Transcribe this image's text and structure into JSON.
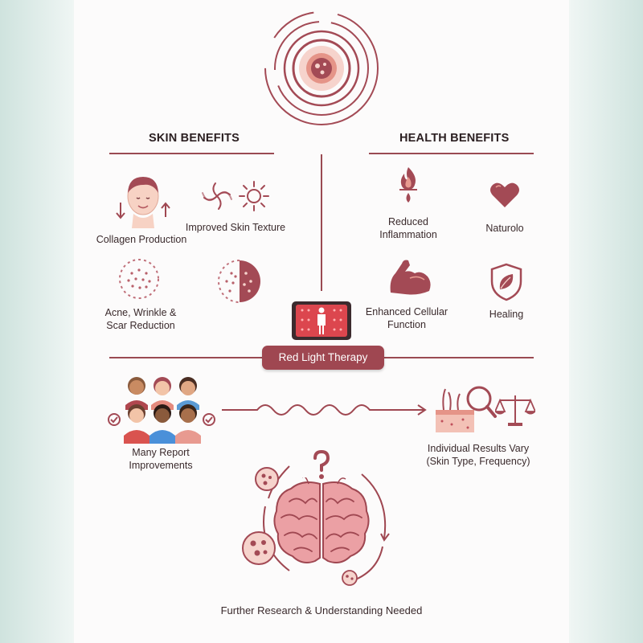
{
  "skin_benefits": {
    "heading": "SKIN BENEFITS",
    "collagen": "Collagen Production",
    "texture": "Improved Skin Texture",
    "acne_line1": "Acne, Wrinkle &",
    "acne_line2": "Scar Reduction"
  },
  "health_benefits": {
    "heading": "HEALTH BENEFITS",
    "inflammation_line1": "Reduced",
    "inflammation_line2": "Inflammation",
    "natural": "Naturolo",
    "cellular_line1": "Enhanced Cellular",
    "cellular_line2": "Function",
    "healing": "Healing"
  },
  "center_label": "Red Light Therapy",
  "reports": {
    "line1": "Many Report",
    "line2": "Improvements"
  },
  "results": {
    "line1": "Individual Results Vary",
    "line2": "(Skin Type, Frequency)"
  },
  "research": "Further Research & Understanding Needed",
  "colors": {
    "accent": "#9f4751",
    "accent_light": "#e89a90",
    "background": "#fcfbfb",
    "side_tint": "#cfe3de"
  },
  "icons": [
    "concentric-circles-icon",
    "face-icon",
    "spiral-icon",
    "sun-icon",
    "dotted-circle-icon",
    "half-dotted-circle-icon",
    "flame-drop-icon",
    "heart-icon",
    "flexed-arm-icon",
    "shield-leaf-icon",
    "light-panel-icon",
    "people-group-icon",
    "wave-arrow-icon",
    "skin-magnifier-icon",
    "scales-icon",
    "brain-icon",
    "question-mark-icon",
    "cell-circle-icon"
  ]
}
